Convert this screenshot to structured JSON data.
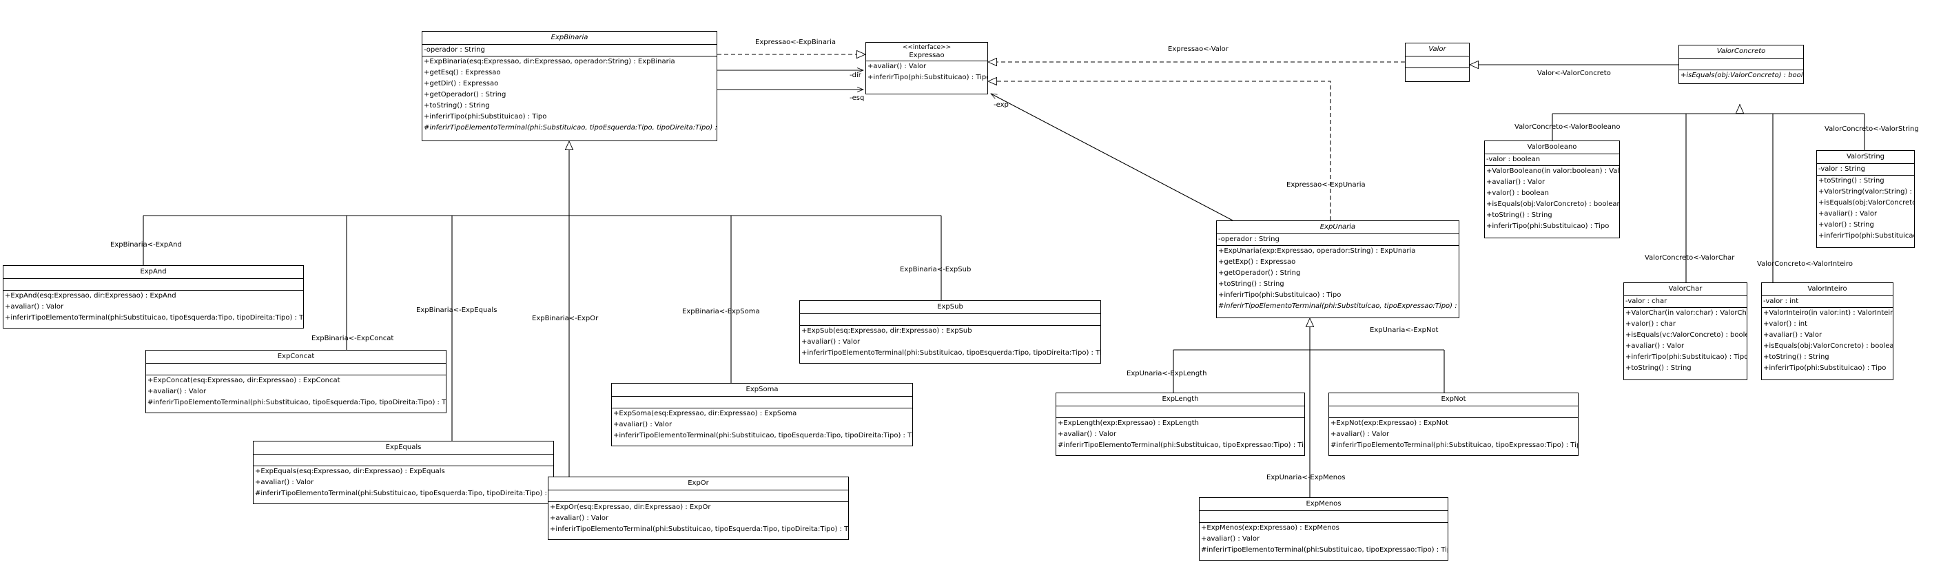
{
  "classes": {
    "ExpBinaria": {
      "name": "ExpBinaria",
      "attrs": [
        "-operador : String"
      ],
      "ops": [
        "+ExpBinaria(esq:Expressao, dir:Expressao, operador:String) : ExpBinaria",
        "+getEsq() : Expressao",
        "+getDir() : Expressao",
        "+getOperador() : String",
        "+toString() : String",
        "+inferirTipo(phi:Substituicao) : Tipo",
        "#inferirTipoElementoTerminal(phi:Substituicao, tipoEsquerda:Tipo, tipoDireita:Tipo) : Tipo"
      ]
    },
    "Expressao": {
      "stereotype": "<<interface>>",
      "name": "Expressao",
      "ops": [
        "+avaliar() : Valor",
        "+inferirTipo(phi:Substituicao) : Tipo"
      ]
    },
    "Valor": {
      "name": "Valor"
    },
    "ValorConcreto": {
      "name": "ValorConcreto",
      "ops": [
        "+isEquals(obj:ValorConcreto) : boolean"
      ]
    },
    "ValorBooleano": {
      "name": "ValorBooleano",
      "attrs": [
        "-valor : boolean"
      ],
      "ops": [
        "+ValorBooleano(in valor:boolean) : ValorBooleano",
        "+avaliar() : Valor",
        "+valor() : boolean",
        "+isEquals(obj:ValorConcreto) : boolean",
        "+toString() : String",
        "+inferirTipo(phi:Substituicao) : Tipo"
      ]
    },
    "ValorString": {
      "name": "ValorString",
      "attrs": [
        "-valor : String"
      ],
      "ops": [
        "+toString() : String",
        "+ValorString(valor:String) : ValorString",
        "+isEquals(obj:ValorConcreto) : boolean",
        "+avaliar() : Valor",
        "+valor() : String",
        "+inferirTipo(phi:Substituicao) : Tipo"
      ]
    },
    "ValorChar": {
      "name": "ValorChar",
      "attrs": [
        "-valor : char"
      ],
      "ops": [
        "+ValorChar(in valor:char) : ValorChar",
        "+valor() : char",
        "+isEquals(vc:ValorConcreto) : boolean",
        "+avaliar() : Valor",
        "+inferirTipo(phi:Substituicao) : Tipo",
        "+toString() : String"
      ]
    },
    "ValorInteiro": {
      "name": "ValorInteiro",
      "attrs": [
        "-valor : int"
      ],
      "ops": [
        "+ValorInteiro(in valor:int) : ValorInteiro",
        "+valor() : int",
        "+avaliar() : Valor",
        "+isEquals(obj:ValorConcreto) : boolean",
        "+toString() : String",
        "+inferirTipo(phi:Substituicao) : Tipo"
      ]
    },
    "ExpUnaria": {
      "name": "ExpUnaria",
      "attrs": [
        "-operador : String"
      ],
      "ops": [
        "+ExpUnaria(exp:Expressao, operador:String) : ExpUnaria",
        "+getExp() : Expressao",
        "+getOperador() : String",
        "+toString() : String",
        "+inferirTipo(phi:Substituicao) : Tipo",
        "#inferirTipoElementoTerminal(phi:Substituicao, tipoExpressao:Tipo) : Tipo"
      ]
    },
    "ExpAnd": {
      "name": "ExpAnd",
      "ops": [
        "+ExpAnd(esq:Expressao, dir:Expressao) : ExpAnd",
        "+avaliar() : Valor",
        "+inferirTipoElementoTerminal(phi:Substituicao, tipoEsquerda:Tipo, tipoDireita:Tipo) : Tipo"
      ]
    },
    "ExpConcat": {
      "name": "ExpConcat",
      "ops": [
        "+ExpConcat(esq:Expressao, dir:Expressao) : ExpConcat",
        "+avaliar() : Valor",
        "#inferirTipoElementoTerminal(phi:Substituicao, tipoEsquerda:Tipo, tipoDireita:Tipo) : Tipo"
      ]
    },
    "ExpEquals": {
      "name": "ExpEquals",
      "ops": [
        "+ExpEquals(esq:Expressao, dir:Expressao) : ExpEquals",
        "+avaliar() : Valor",
        "#inferirTipoElementoTerminal(phi:Substituicao, tipoEsquerda:Tipo, tipoDireita:Tipo) : Tipo"
      ]
    },
    "ExpOr": {
      "name": "ExpOr",
      "ops": [
        "+ExpOr(esq:Expressao, dir:Expressao) : ExpOr",
        "+avaliar() : Valor",
        "+inferirTipoElementoTerminal(phi:Substituicao, tipoEsquerda:Tipo, tipoDireita:Tipo) : Tipo"
      ]
    },
    "ExpSoma": {
      "name": "ExpSoma",
      "ops": [
        "+ExpSoma(esq:Expressao, dir:Expressao) : ExpSoma",
        "+avaliar() : Valor",
        "+inferirTipoElementoTerminal(phi:Substituicao, tipoEsquerda:Tipo, tipoDireita:Tipo) : Tipo"
      ]
    },
    "ExpSub": {
      "name": "ExpSub",
      "ops": [
        "+ExpSub(esq:Expressao, dir:Expressao) : ExpSub",
        "+avaliar() : Valor",
        "+inferirTipoElementoTerminal(phi:Substituicao, tipoEsquerda:Tipo, tipoDireita:Tipo) : Tipo"
      ]
    },
    "ExpLength": {
      "name": "ExpLength",
      "ops": [
        "+ExpLength(exp:Expressao) : ExpLength",
        "+avaliar() : Valor",
        "#inferirTipoElementoTerminal(phi:Substituicao, tipoExpressao:Tipo) : Tipo"
      ]
    },
    "ExpNot": {
      "name": "ExpNot",
      "ops": [
        "+ExpNot(exp:Expressao) : ExpNot",
        "+avaliar() : Valor",
        "#inferirTipoElementoTerminal(phi:Substituicao, tipoExpressao:Tipo) : Tipo"
      ]
    },
    "ExpMenos": {
      "name": "ExpMenos",
      "ops": [
        "+ExpMenos(exp:Expressao) : ExpMenos",
        "+avaliar() : Valor",
        "#inferirTipoElementoTerminal(phi:Substituicao, tipoExpressao:Tipo) : Tipo"
      ]
    }
  },
  "labels": {
    "expressao_expbinaria": "Expressao<-ExpBinaria",
    "dir": "-dir",
    "esq": "-esq",
    "exp": "-exp",
    "expressao_valor": "Expressao<-Valor",
    "valor_valorconcreto": "Valor<-ValorConcreto",
    "valorconcreto_valorbooleano": "ValorConcreto<-ValorBooleano",
    "valorconcreto_valorstring": "ValorConcreto<-ValorString",
    "valorconcreto_valorchar": "ValorConcreto<-ValorChar",
    "valorconcreto_valorinteiro": "ValorConcreto<-ValorInteiro",
    "expressao_expunaria": "Expressao<-ExpUnaria",
    "expbinaria_expand": "ExpBinaria<-ExpAnd",
    "expbinaria_expsub": "ExpBinaria<-ExpSub",
    "expbinaria_expconcat": "ExpBinaria<-ExpConcat",
    "expbinaria_expequals": "ExpBinaria<-ExpEquals",
    "expbinaria_expor": "ExpBinaria<-ExpOr",
    "expbinaria_expsoma": "ExpBinaria<-ExpSoma",
    "expunaria_explength": "ExpUnaria<-ExpLength",
    "expunaria_expnot": "ExpUnaria<-ExpNot",
    "expunaria_expmenos": "ExpUnaria<-ExpMenos"
  }
}
